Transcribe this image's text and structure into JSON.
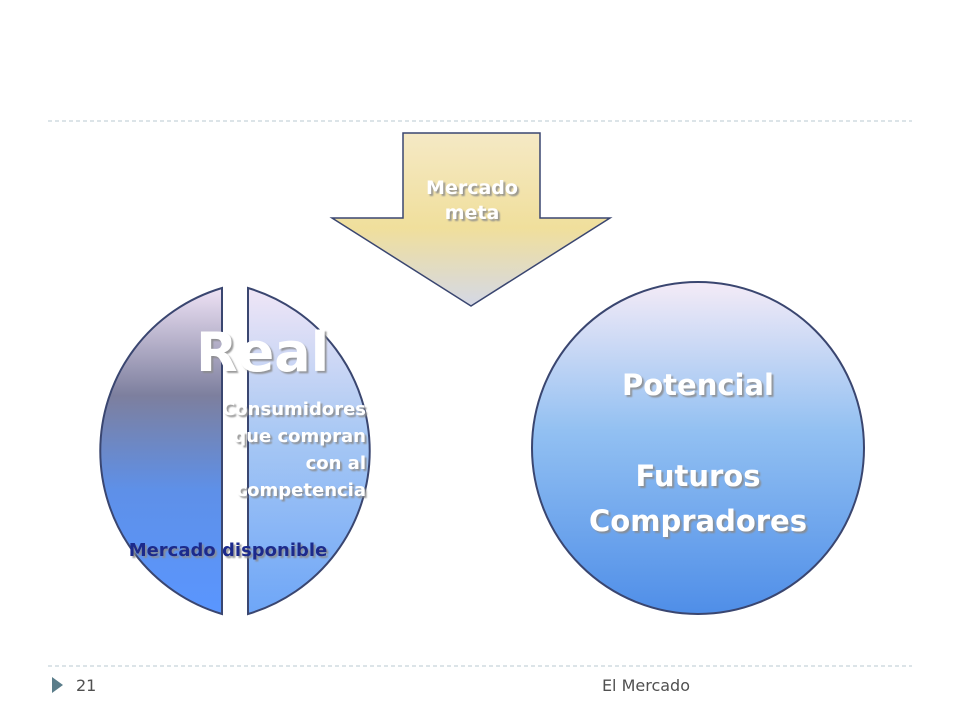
{
  "arrow": {
    "line1": "Mercado",
    "line2": "meta"
  },
  "left_circle": {
    "title": "Real",
    "sub1": "Consumidores",
    "sub2": "que compran",
    "sub3": "con al",
    "sub4": "competencia",
    "bottom_label": "Mercado disponible"
  },
  "right_circle": {
    "line1": "Potencial",
    "line2": "Futuros",
    "line3": "Compradores"
  },
  "footer": {
    "page_number": "21",
    "title": "El Mercado"
  }
}
